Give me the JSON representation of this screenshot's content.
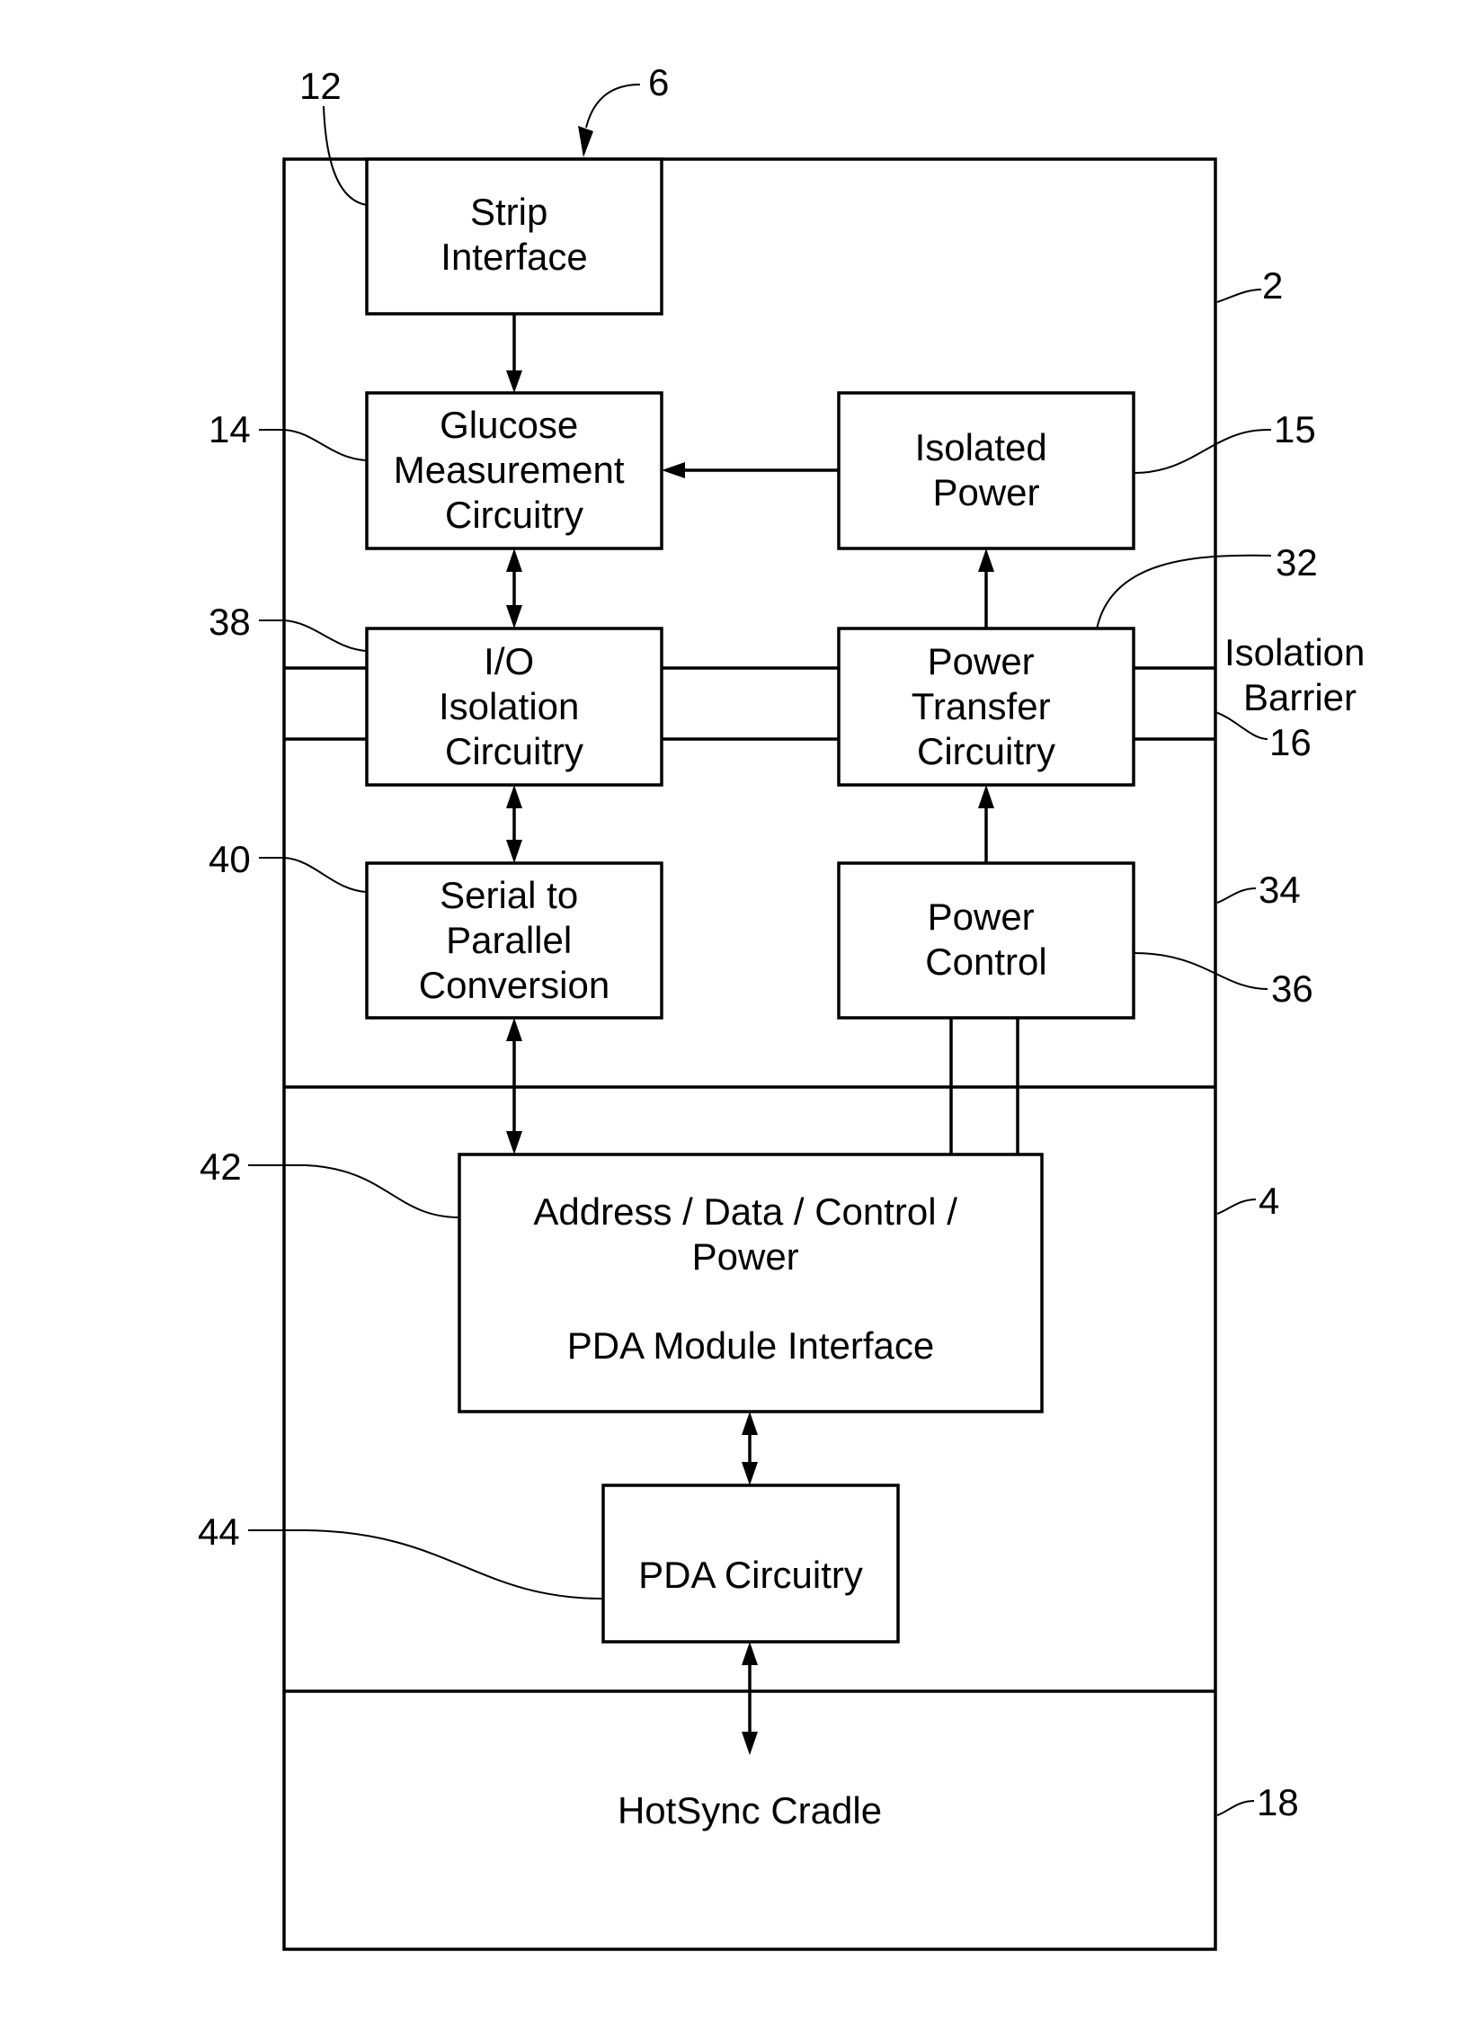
{
  "blocks": {
    "strip_interface": [
      "Strip",
      "Interface"
    ],
    "glucose_measurement": [
      "Glucose",
      "Measurement",
      "Circuitry"
    ],
    "isolated_power": [
      "Isolated",
      "Power"
    ],
    "io_isolation": [
      "I/O",
      "Isolation",
      "Circuitry"
    ],
    "power_transfer": [
      "Power",
      "Transfer",
      "Circuitry"
    ],
    "serial_to_parallel": [
      "Serial to",
      "Parallel",
      "Conversion"
    ],
    "power_control": [
      "Power",
      "Control"
    ],
    "pda_module_interface": [
      "Address / Data / Control /",
      "Power",
      "PDA Module Interface"
    ],
    "pda_circuitry": "PDA Circuitry",
    "hotsync_cradle": "HotSync Cradle"
  },
  "isolation_barrier_label": [
    "Isolation",
    "Barrier"
  ],
  "refs": {
    "r12": "12",
    "r6": "6",
    "r2": "2",
    "r14": "14",
    "r15": "15",
    "r32": "32",
    "r38": "38",
    "r16": "16",
    "r40": "40",
    "r34": "34",
    "r36": "36",
    "r42": "42",
    "r4": "4",
    "r44": "44",
    "r18": "18"
  }
}
